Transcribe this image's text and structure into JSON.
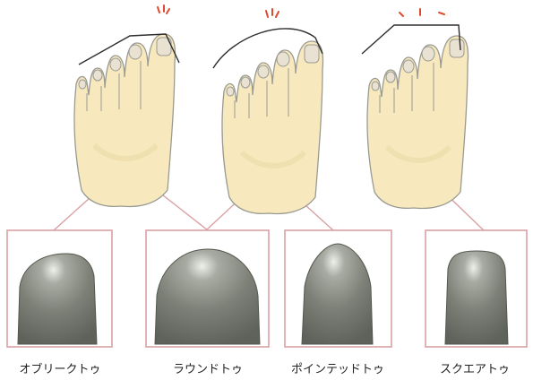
{
  "colors": {
    "skin": "#f7e9bd",
    "skin_shadow": "#eedcaa",
    "outline": "#9a9a93",
    "nail": "#e9e2d3",
    "frame": "#d9a2a4",
    "shoe_toe": "#7c8077",
    "shoe_highlight": "#eef0ea",
    "pressure_mark": "#e04a2e",
    "shape_line": "#2e2e2e"
  },
  "illustrations": [
    {
      "name": "oblique-toe",
      "caption": "オブリークトゥ"
    },
    {
      "name": "round-toe",
      "caption": "ラウンドトゥ"
    },
    {
      "name": "pointed-toe",
      "caption": "ポインテッドトゥ"
    },
    {
      "name": "square-toe",
      "caption": "スクエアトゥ"
    }
  ]
}
